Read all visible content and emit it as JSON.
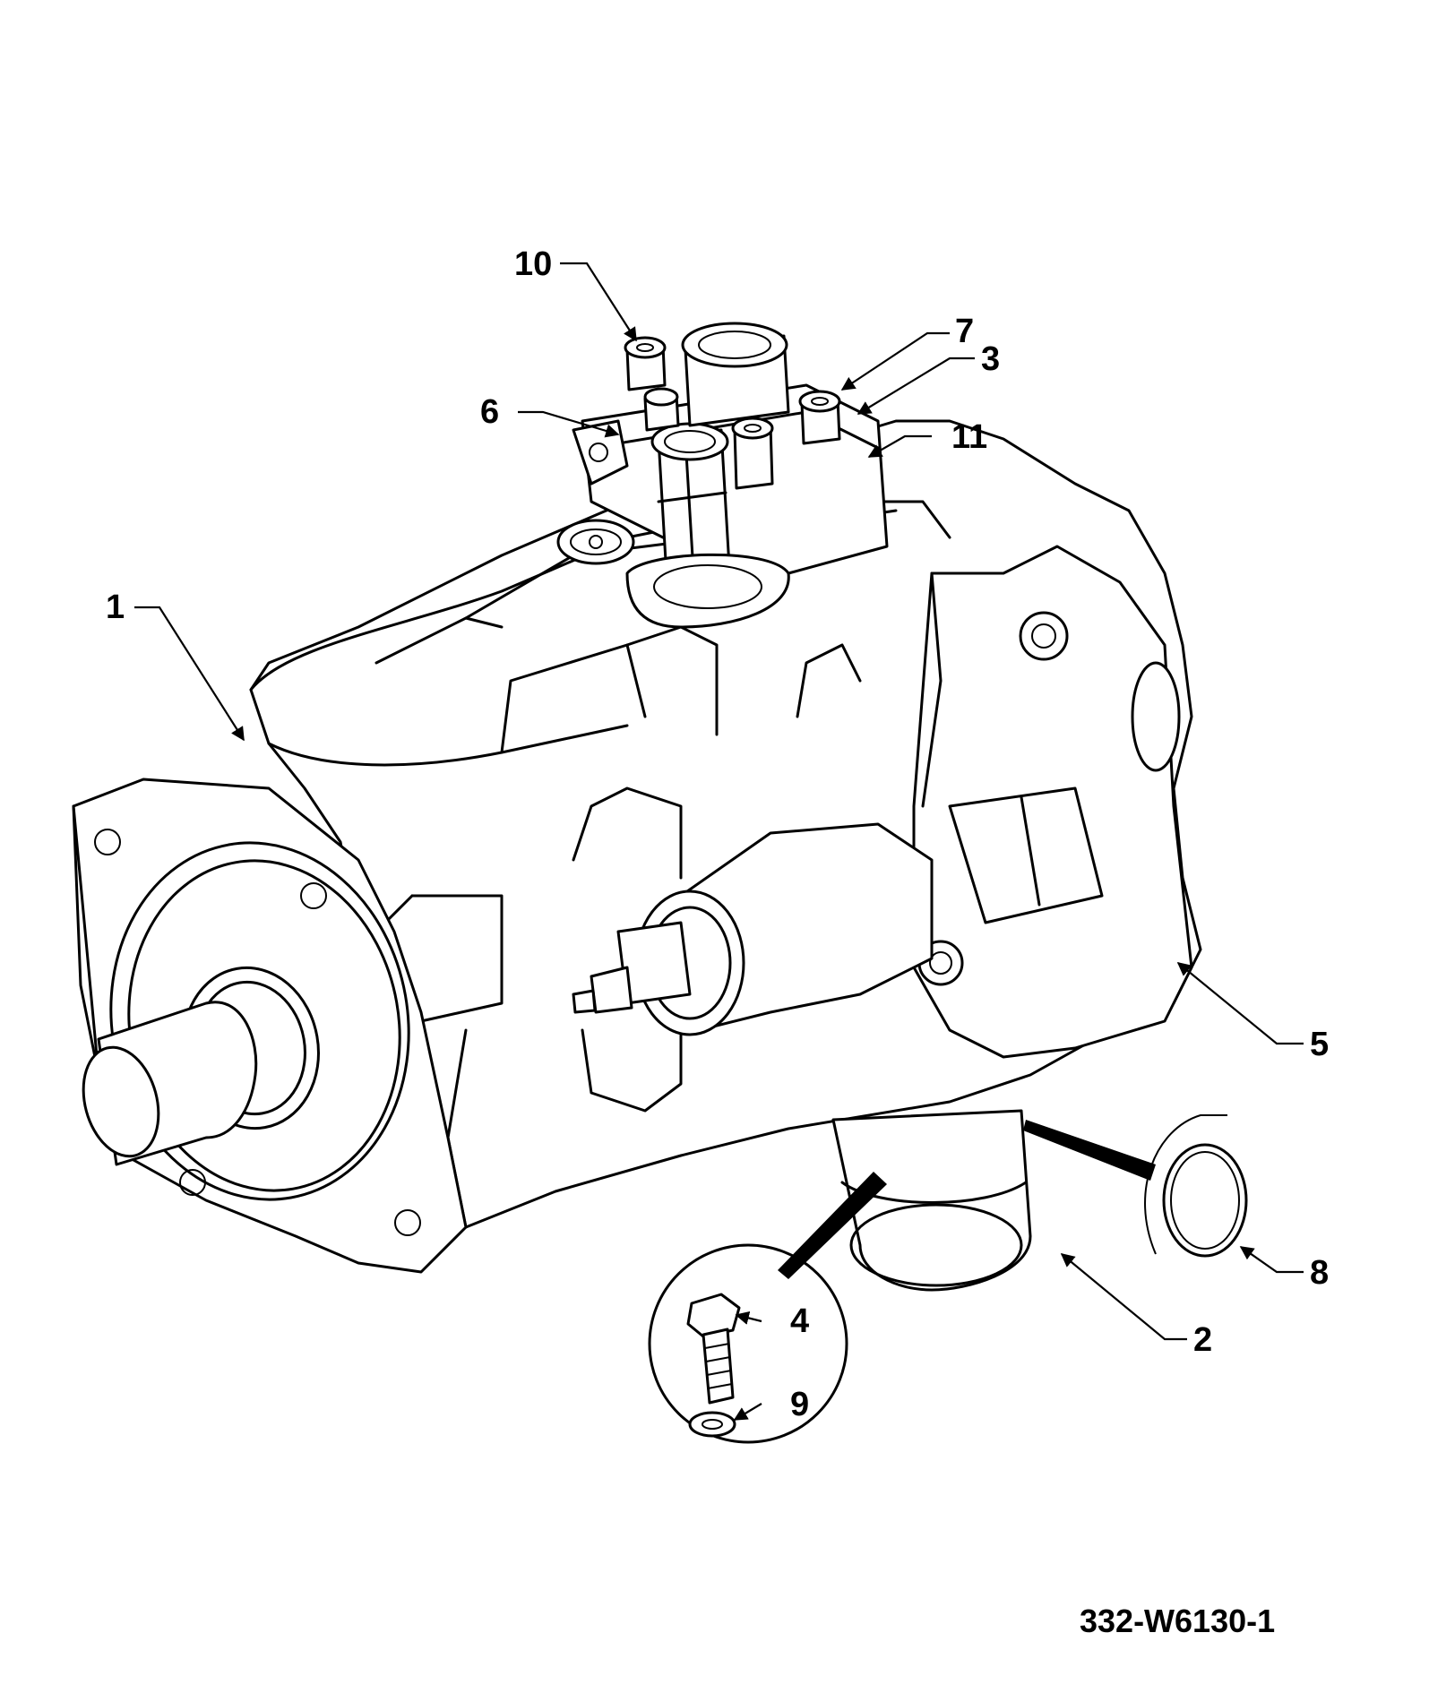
{
  "figure_ref": "332-W6130-1",
  "callouts": [
    {
      "id": "1",
      "label": "1"
    },
    {
      "id": "2",
      "label": "2"
    },
    {
      "id": "3",
      "label": "3"
    },
    {
      "id": "4",
      "label": "4"
    },
    {
      "id": "5",
      "label": "5"
    },
    {
      "id": "6",
      "label": "6"
    },
    {
      "id": "7",
      "label": "7"
    },
    {
      "id": "8",
      "label": "8"
    },
    {
      "id": "9",
      "label": "9"
    },
    {
      "id": "10",
      "label": "10"
    },
    {
      "id": "11",
      "label": "11"
    }
  ]
}
